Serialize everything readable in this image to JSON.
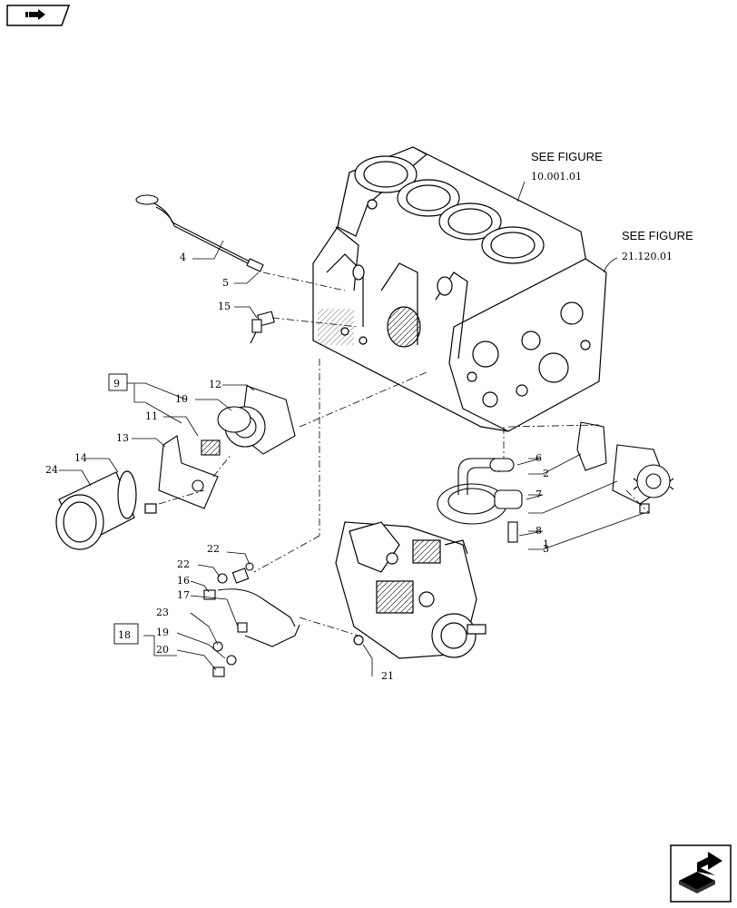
{
  "icons": {
    "top": "book-arrow-icon",
    "bottom": "next-page-arrow-icon"
  },
  "references": {
    "engine_block_heading": "SEE FIGURE",
    "engine_block_code": "10.001.01",
    "timing_case_heading": "SEE FIGURE",
    "timing_case_code": "21.120.01"
  },
  "callouts": {
    "c1": "1",
    "c2": "2",
    "c3": "3",
    "c4": "4",
    "c5": "5",
    "c6": "6",
    "c7": "7",
    "c8": "8",
    "c9": "9",
    "c10": "10",
    "c11": "11",
    "c12": "12",
    "c13": "13",
    "c14": "14",
    "c15": "15",
    "c16": "16",
    "c17": "17",
    "c18": "18",
    "c19": "19",
    "c20": "20",
    "c21": "21",
    "c22a": "22",
    "c22b": "22",
    "c23": "23",
    "c24": "24"
  }
}
